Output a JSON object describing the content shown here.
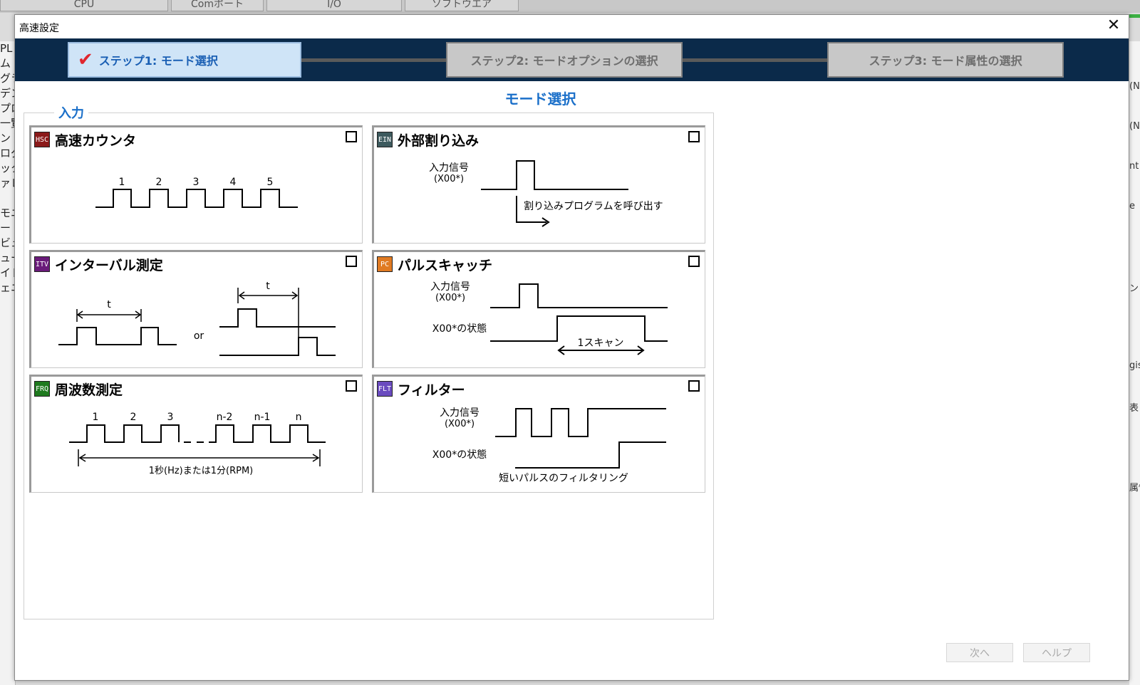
{
  "background_app": {
    "tabs": [
      "CPU",
      "Comポート",
      "I/O",
      "ソフトウエア"
    ],
    "left_text": [
      "PL",
      "ム",
      "グラ",
      "デン",
      "プロ",
      "一覧",
      "ント",
      "ログ",
      "ック",
      "ァレ",
      "",
      "モニ",
      "ー",
      "ビュ",
      "ュー",
      "イド",
      "ェニ"
    ],
    "right_text": [
      "(N",
      "(N",
      "nt",
      "e",
      "",
      "ン",
      "",
      "gis",
      "表",
      "",
      "属性"
    ]
  },
  "dialog": {
    "title": "高速設定",
    "close_glyph": "✕",
    "steps": [
      {
        "label": "ステップ1: モード選択",
        "active": true
      },
      {
        "label": "ステップ2: モードオプションの選択",
        "active": false
      },
      {
        "label": "ステップ3: モード属性の選択",
        "active": false
      }
    ],
    "check_glyph": "✔",
    "page_title": "モード選択",
    "group_label": "入力",
    "cards": {
      "hsc": {
        "badge": "HSC",
        "badge_color": "#8b1a1a",
        "title": "高速カウンタ",
        "pulse_labels": [
          "1",
          "2",
          "3",
          "4",
          "5"
        ]
      },
      "ein": {
        "badge": "EIN",
        "badge_color": "#3d5a5e",
        "title": "外部割り込み",
        "signal_label": "入力信号",
        "signal_sub": "(X00*)",
        "action": "割り込みプログラムを呼び出す"
      },
      "itv": {
        "badge": "ITV",
        "badge_color": "#6a1b7a",
        "title": "インターバル測定",
        "t1": "t",
        "t2": "t",
        "or": "or"
      },
      "pc": {
        "badge": "PC",
        "badge_color": "#e07a22",
        "title": "パルスキャッチ",
        "signal_label": "入力信号",
        "signal_sub": "(X00*)",
        "state_label": "X00*の状態",
        "scan": "1スキャン"
      },
      "frq": {
        "badge": "FRQ",
        "badge_color": "#1f7a1f",
        "title": "周波数測定",
        "pulse_labels": [
          "1",
          "2",
          "3",
          "n-2",
          "n-1",
          "n"
        ],
        "span": "1秒(Hz)または1分(RPM)"
      },
      "flt": {
        "badge": "FLT",
        "badge_color": "#6a4bbf",
        "title": "フィルター",
        "signal_label": "入力信号",
        "signal_sub": "(X00*)",
        "state_label": "X00*の状態",
        "note": "短いパルスのフィルタリング"
      }
    },
    "buttons": {
      "next": "次へ",
      "help": "ヘルプ"
    }
  }
}
